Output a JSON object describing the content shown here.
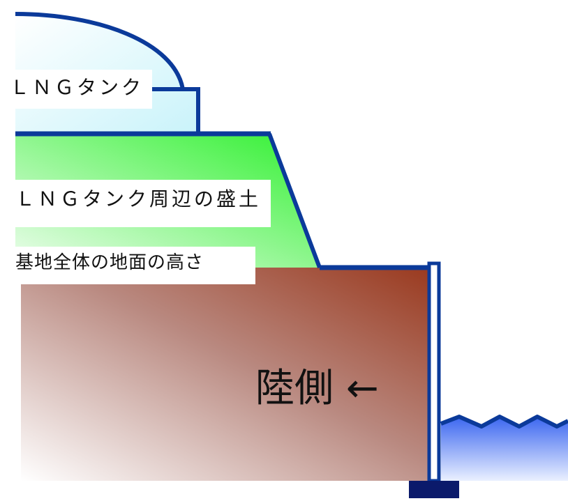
{
  "labels": {
    "tank": "ＬＮＧタンク",
    "embankment": "ＬＮＧタンク周辺の盛土",
    "ground": "基地全体の地面の高さ",
    "land_side": "陸側",
    "arrow": "←"
  },
  "colors": {
    "outline": "#0b3a9a",
    "tank_fill": "#d8f6fb",
    "embankment_fill": "#36f23a",
    "ground_fill": "#9a3a22",
    "water_fill": "#3f6ff0",
    "foundation": "#0b1a6b"
  }
}
